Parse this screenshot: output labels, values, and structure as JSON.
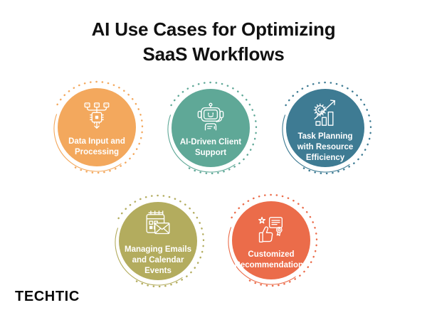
{
  "title": {
    "lines": [
      "AI Use Cases for Optimizing",
      "SaaS Workflows"
    ]
  },
  "brand": "TECHTIC",
  "bubbles": [
    {
      "id": "data-input-processing",
      "label": "Data Input and Processing",
      "lines": [
        "Data Input and",
        "Processing"
      ],
      "color": "#F3A85D",
      "icon": "data-merge-chip-icon"
    },
    {
      "id": "ai-driven-client-support",
      "label": "AI-Driven Client Support",
      "lines": [
        "AI-Driven Client",
        "Support"
      ],
      "color": "#5FA897",
      "icon": "support-robot-icon"
    },
    {
      "id": "task-planning-resource-efficiency",
      "label": "Task Planning with Resource Efficiency",
      "lines": [
        "Task Planning",
        "with Resource",
        "Efficiency"
      ],
      "color": "#3E7B93",
      "icon": "gear-growth-chart-icon"
    },
    {
      "id": "managing-emails-calendar-events",
      "label": "Managing Emails and Calendar Events",
      "lines": [
        "Managing Emails",
        "and Calendar",
        "Events"
      ],
      "color": "#B3AC5E",
      "icon": "calendar-mail-icon"
    },
    {
      "id": "customized-recommendations",
      "label": "Customized Recommendations",
      "lines": [
        "Customized",
        "Recommendations"
      ],
      "color": "#EB6C4A",
      "icon": "thumbs-up-certificate-icon"
    }
  ]
}
